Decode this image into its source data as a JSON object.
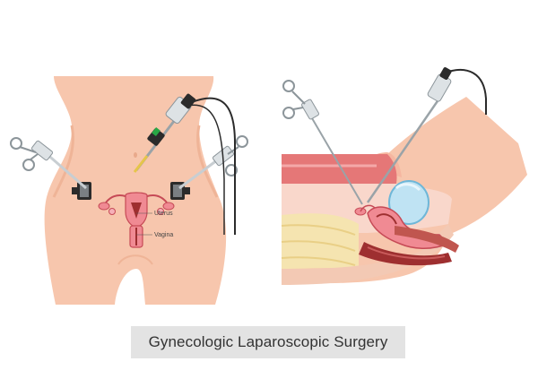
{
  "title": "Gynecologic Laparoscopic Surgery",
  "labels": {
    "uterus": "Uterus",
    "vagina": "Vagina"
  },
  "colors": {
    "skin": "#f7c6ad",
    "skin_shadow": "#efb497",
    "organ_pink": "#f08a93",
    "organ_dark": "#9e2f30",
    "tissue_red": "#e57777",
    "fat_yellow": "#f5e4b0",
    "bladder_blue": "#bfe3f3",
    "instrument_gray": "#c8ced2",
    "instrument_dark": "#2b2b2b",
    "caption_bg": "#e3e3e3"
  }
}
